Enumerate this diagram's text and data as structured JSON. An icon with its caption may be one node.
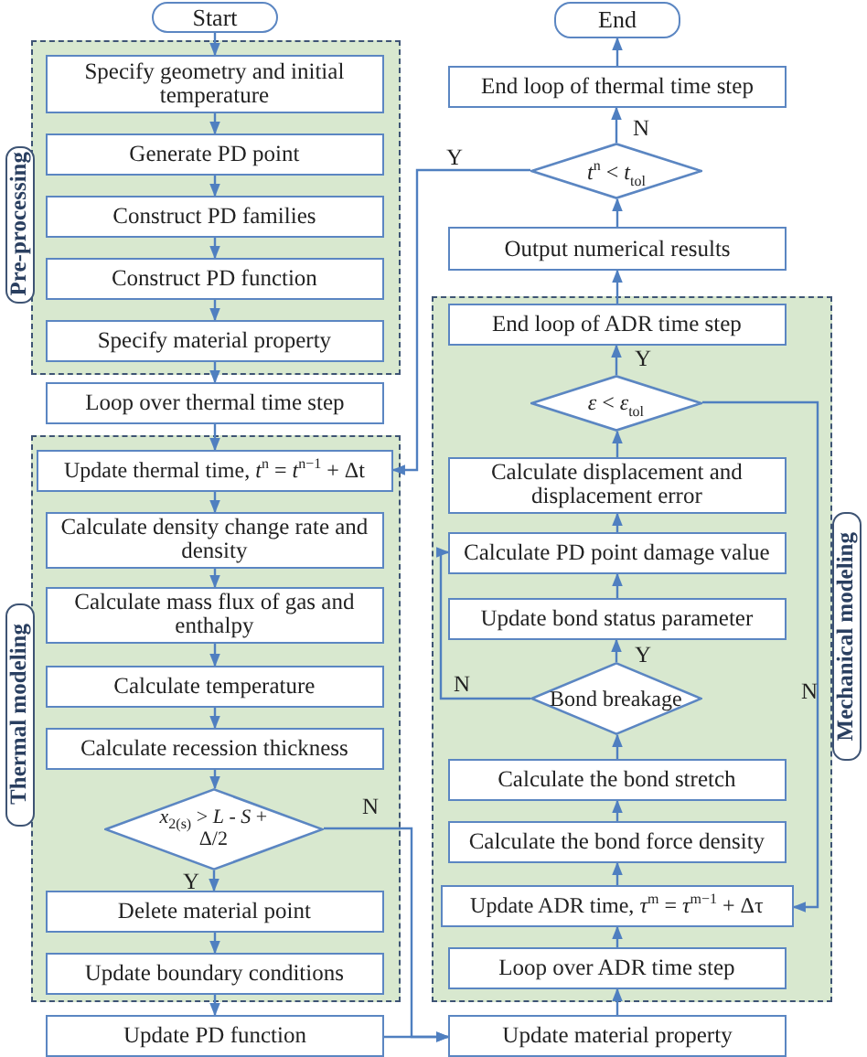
{
  "diagram": {
    "nodes": [
      {
        "text": [
          "Start"
        ]
      },
      {
        "text": [
          "Pre-processing"
        ]
      },
      {
        "text": [
          "Specify  geometry and initial temperature"
        ],
        "in": 1
      },
      {
        "text": [
          "Generate PD point"
        ],
        "in": 1
      },
      {
        "text": [
          "Construct PD families"
        ],
        "in": 1
      },
      {
        "text": [
          "Construct PD function"
        ],
        "in": 1
      },
      {
        "text": [
          "Specify material property"
        ],
        "in": 1
      },
      {
        "text": [
          "Loop over thermal time step"
        ]
      },
      {
        "text": [
          "Thermal modeling"
        ]
      },
      {
        "text": [
          "Update thermal time, *t*$^{n}$ = *t*$^{n−1}$ + Δt"
        ],
        "in": 8
      },
      {
        "text": [
          "Calculate density change rate and density"
        ],
        "in": 8
      },
      {
        "text": [
          "Calculate mass flux of gas and enthalpy"
        ],
        "in": 8
      },
      {
        "text": [
          "Calculate temperature"
        ],
        "in": 8
      },
      {
        "text": [
          "Calculate recession thickness"
        ],
        "in": 8
      },
      {
        "text": [
          "*x*$_{2(s)}$ > *L* - *S* + Δ/2"
        ],
        "in": 8
      },
      {
        "text": [
          "Delete material point"
        ],
        "in": 8
      },
      {
        "text": [
          "Update boundary conditions"
        ],
        "in": 8
      },
      {
        "text": [
          "Update PD function"
        ]
      },
      {
        "text": [
          "End"
        ]
      },
      {
        "text": [
          "End  loop of  thermal time step"
        ]
      },
      {
        "text": [
          "*t*$^{n}$ < *t*$_{tol}$"
        ]
      },
      {
        "text": [
          "Output numerical results"
        ]
      },
      {
        "text": [
          "Mechanical  modeling"
        ]
      },
      {
        "text": [
          "End  loop of  ADR time step"
        ],
        "in": 22
      },
      {
        "text": [
          "*ε* < *ε*$_{tol}$"
        ],
        "in": 22
      },
      {
        "text": [
          "Calculate displacement and displacement error"
        ],
        "in": 22
      },
      {
        "text": [
          "Calculate PD point damage value"
        ],
        "in": 22
      },
      {
        "text": [
          "Update bond status parameter"
        ],
        "in": 22
      },
      {
        "text": [
          "Bond breakage"
        ],
        "in": 22
      },
      {
        "text": [
          "Calculate the bond  stretch"
        ],
        "in": 22
      },
      {
        "text": [
          "Calculate the bond  force density"
        ],
        "in": 22
      },
      {
        "text": [
          "Update ADR time, *τ*$^{m}$ = *τ*$^{m−1}$ + Δτ"
        ],
        "in": 22
      },
      {
        "text": [
          "Loop over ADR time step"
        ],
        "in": 22
      },
      {
        "text": [
          "Update material property"
        ]
      }
    ],
    "edges": [
      {
        "from": 0,
        "to": 2,
        "arrow": "to"
      },
      {
        "from": 2,
        "to": 3,
        "arrow": "to"
      },
      {
        "from": 3,
        "to": 4,
        "arrow": "to"
      },
      {
        "from": 4,
        "to": 5,
        "arrow": "to"
      },
      {
        "from": 5,
        "to": 6,
        "arrow": "to"
      },
      {
        "from": 6,
        "to": 7,
        "arrow": "to"
      },
      {
        "from": 7,
        "to": 9,
        "arrow": "to"
      },
      {
        "from": 9,
        "to": 10,
        "arrow": "to"
      },
      {
        "from": 10,
        "to": 11,
        "arrow": "to"
      },
      {
        "from": 11,
        "to": 12,
        "arrow": "to"
      },
      {
        "from": 12,
        "to": 13,
        "arrow": "to"
      },
      {
        "from": 13,
        "to": 14,
        "arrow": "to"
      },
      {
        "from": 14,
        "to": 15,
        "label": "Y",
        "arrow": "to"
      },
      {
        "from": 15,
        "to": 16,
        "arrow": "to"
      },
      {
        "from": 16,
        "to": 17,
        "arrow": "to"
      },
      {
        "from": 14,
        "to": 33,
        "label": "N",
        "arrow": "to"
      },
      {
        "from": 17,
        "to": 33,
        "arrow": "to"
      },
      {
        "from": 33,
        "to": 32,
        "arrow": "to"
      },
      {
        "from": 32,
        "to": 31,
        "arrow": "to"
      },
      {
        "from": 31,
        "to": 30,
        "arrow": "to"
      },
      {
        "from": 30,
        "to": 29,
        "arrow": "to"
      },
      {
        "from": 29,
        "to": 28,
        "arrow": "to"
      },
      {
        "from": 28,
        "to": 27,
        "label": "Y",
        "arrow": "to"
      },
      {
        "from": 27,
        "to": 26,
        "arrow": "to"
      },
      {
        "from": 26,
        "to": 25,
        "arrow": "to"
      },
      {
        "from": 25,
        "to": 24,
        "arrow": "to"
      },
      {
        "from": 24,
        "to": 23,
        "label": "Y",
        "arrow": "to"
      },
      {
        "from": 24,
        "to": 31,
        "label": "N",
        "arrow": "to"
      },
      {
        "from": 28,
        "to": 26,
        "label": "N",
        "arrow": "to"
      },
      {
        "from": 23,
        "to": 21,
        "arrow": "to"
      },
      {
        "from": 21,
        "to": 20,
        "arrow": "to"
      },
      {
        "from": 20,
        "to": 19,
        "label": "N",
        "arrow": "to"
      },
      {
        "from": 20,
        "to": 9,
        "label": "Y",
        "arrow": "to"
      },
      {
        "from": 19,
        "to": 18,
        "arrow": "to"
      }
    ]
  }
}
